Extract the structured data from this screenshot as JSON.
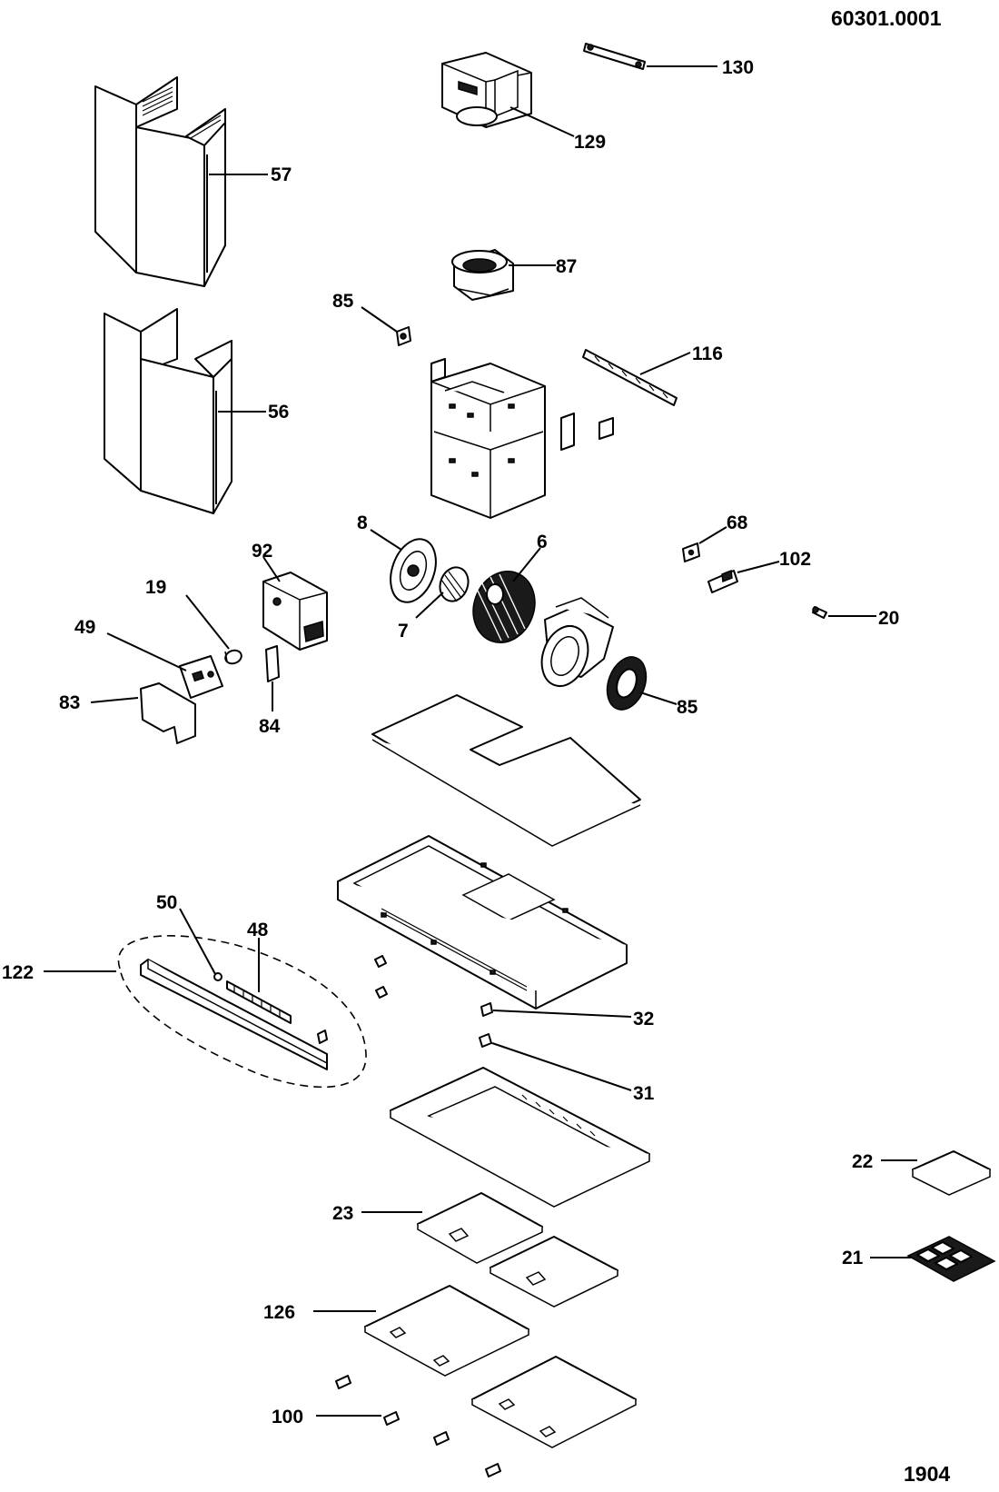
{
  "document_number": "60301.0001",
  "page_code": "1904",
  "callouts": {
    "c130": "130",
    "c129": "129",
    "c57": "57",
    "c87": "87",
    "c85a": "85",
    "c116": "116",
    "c56": "56",
    "c8": "8",
    "c92": "92",
    "c6": "6",
    "c68": "68",
    "c102": "102",
    "c19": "19",
    "c49": "49",
    "c20": "20",
    "c7": "7",
    "c83": "83",
    "c84": "84",
    "c85b": "85",
    "c50": "50",
    "c48": "48",
    "c122": "122",
    "c32": "32",
    "c31": "31",
    "c22": "22",
    "c23": "23",
    "c21": "21",
    "c126": "126",
    "c100": "100"
  }
}
